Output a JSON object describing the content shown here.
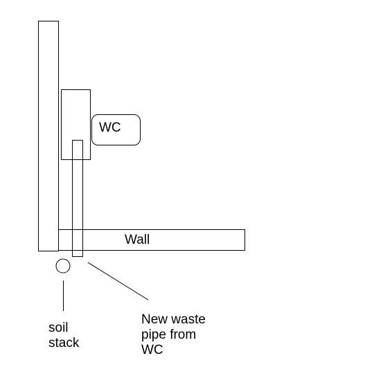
{
  "labels": {
    "wc": "WC",
    "wall": "Wall",
    "soil_stack": [
      "soil",
      "stack"
    ],
    "waste_pipe": [
      "New waste",
      "pipe from",
      "WC"
    ]
  },
  "colors": {
    "stroke": "#000000",
    "fill": "#ffffff",
    "background": "#ffffff"
  }
}
